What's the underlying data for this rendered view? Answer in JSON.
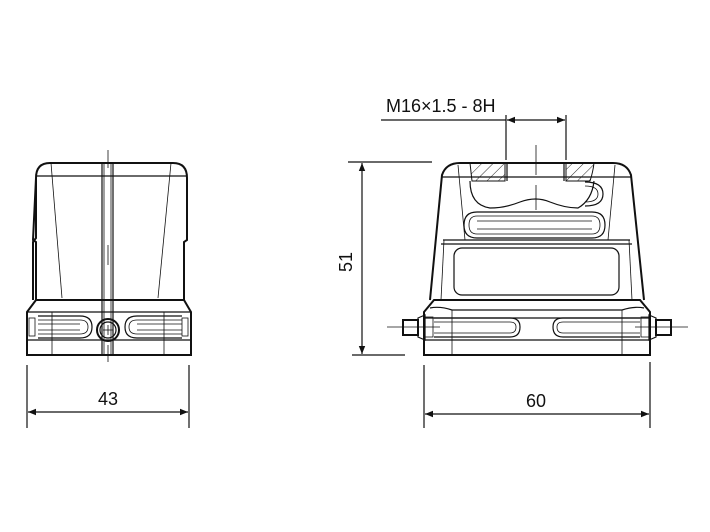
{
  "drawing": {
    "views": [
      {
        "name": "side-view",
        "width_label": "43"
      },
      {
        "name": "front-view",
        "width_label": "60",
        "height_label": "51",
        "thread_label": "M16×1.5 - 8H"
      }
    ]
  },
  "dimensions": {
    "side_width": "43",
    "front_width": "60",
    "front_height": "51",
    "thread": "M16×1.5 - 8H"
  },
  "colors": {
    "line": "#111111",
    "background": "#ffffff"
  }
}
